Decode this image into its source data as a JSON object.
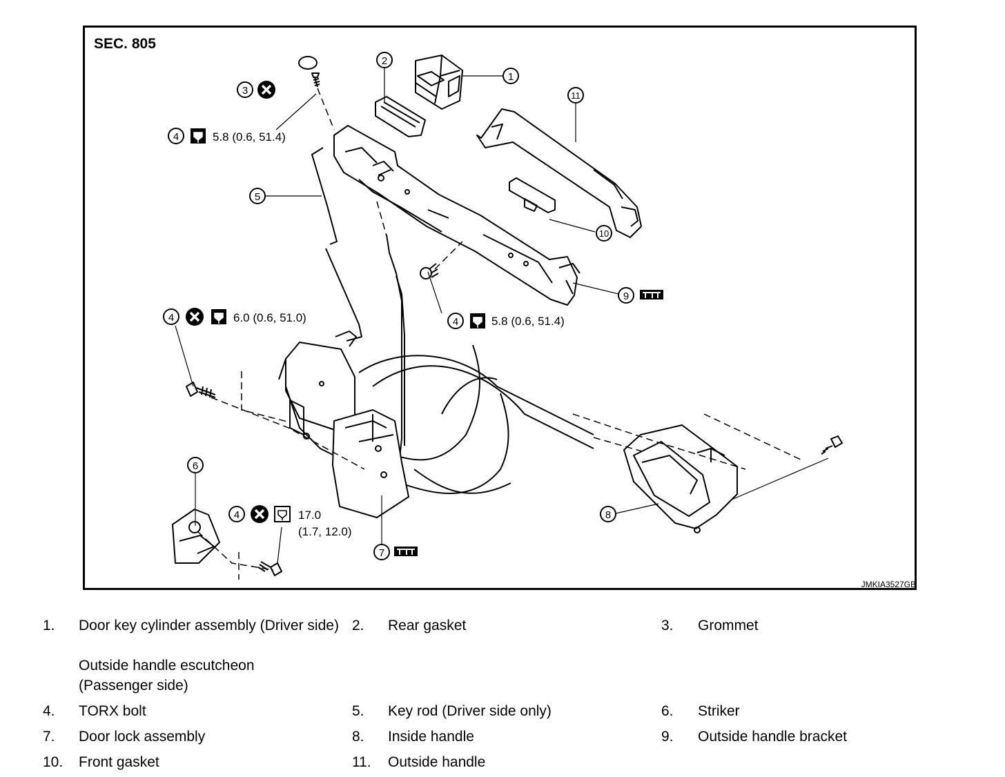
{
  "diagram": {
    "section_label": "SEC. 805",
    "figure_id": "JMKIA3527GB",
    "callouts": [
      {
        "num": "1"
      },
      {
        "num": "2"
      },
      {
        "num": "3"
      },
      {
        "num": "4"
      },
      {
        "num": "5"
      },
      {
        "num": "6"
      },
      {
        "num": "7"
      },
      {
        "num": "8"
      },
      {
        "num": "9"
      },
      {
        "num": "10"
      },
      {
        "num": "11"
      }
    ],
    "torques": {
      "top": "5.8 (0.6, 51.4)",
      "middle": "5.8 (0.6, 51.4)",
      "left": "6.0 (0.6, 51.0)",
      "striker_line1": "17.0",
      "striker_line2": "(1.7, 12.0)"
    },
    "icons": [
      "non-reusable-icon",
      "torque-icon",
      "grease-icon"
    ]
  },
  "legend": [
    {
      "num": "1.",
      "text": "Door key cylinder assembly (Driver side)",
      "text2": "Outside handle escutcheon (Passenger side)"
    },
    {
      "num": "2.",
      "text": "Rear gasket"
    },
    {
      "num": "3.",
      "text": "Grommet"
    },
    {
      "num": "4.",
      "text": "TORX bolt"
    },
    {
      "num": "5.",
      "text": "Key rod (Driver side only)"
    },
    {
      "num": "6.",
      "text": "Striker"
    },
    {
      "num": "7.",
      "text": "Door lock assembly"
    },
    {
      "num": "8.",
      "text": "Inside handle"
    },
    {
      "num": "9.",
      "text": "Outside handle bracket"
    },
    {
      "num": "10.",
      "text": "Front gasket"
    },
    {
      "num": "11.",
      "text": "Outside handle"
    }
  ]
}
